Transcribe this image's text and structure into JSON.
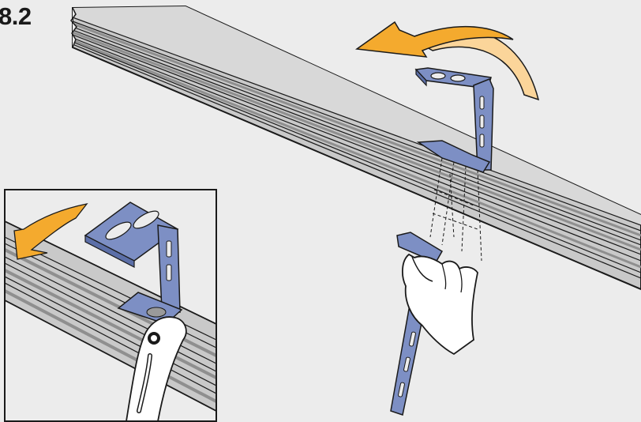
{
  "step": {
    "label": "8.2"
  },
  "illustration": {
    "main_view": "rotate-bracket-around-rail",
    "inset_view": "lock-bracket-with-pliers",
    "colors": {
      "background": "#ececec",
      "rail": "#c7c7c7",
      "rail_dark": "#9a9a9a",
      "outline": "#1a1a1a",
      "bracket": "#7d8fc4",
      "bracket_dark": "#5c6fa8",
      "arrow": "#f4aa2e",
      "arrow_light": "#fbd59a",
      "hand": "#ffffff"
    }
  }
}
